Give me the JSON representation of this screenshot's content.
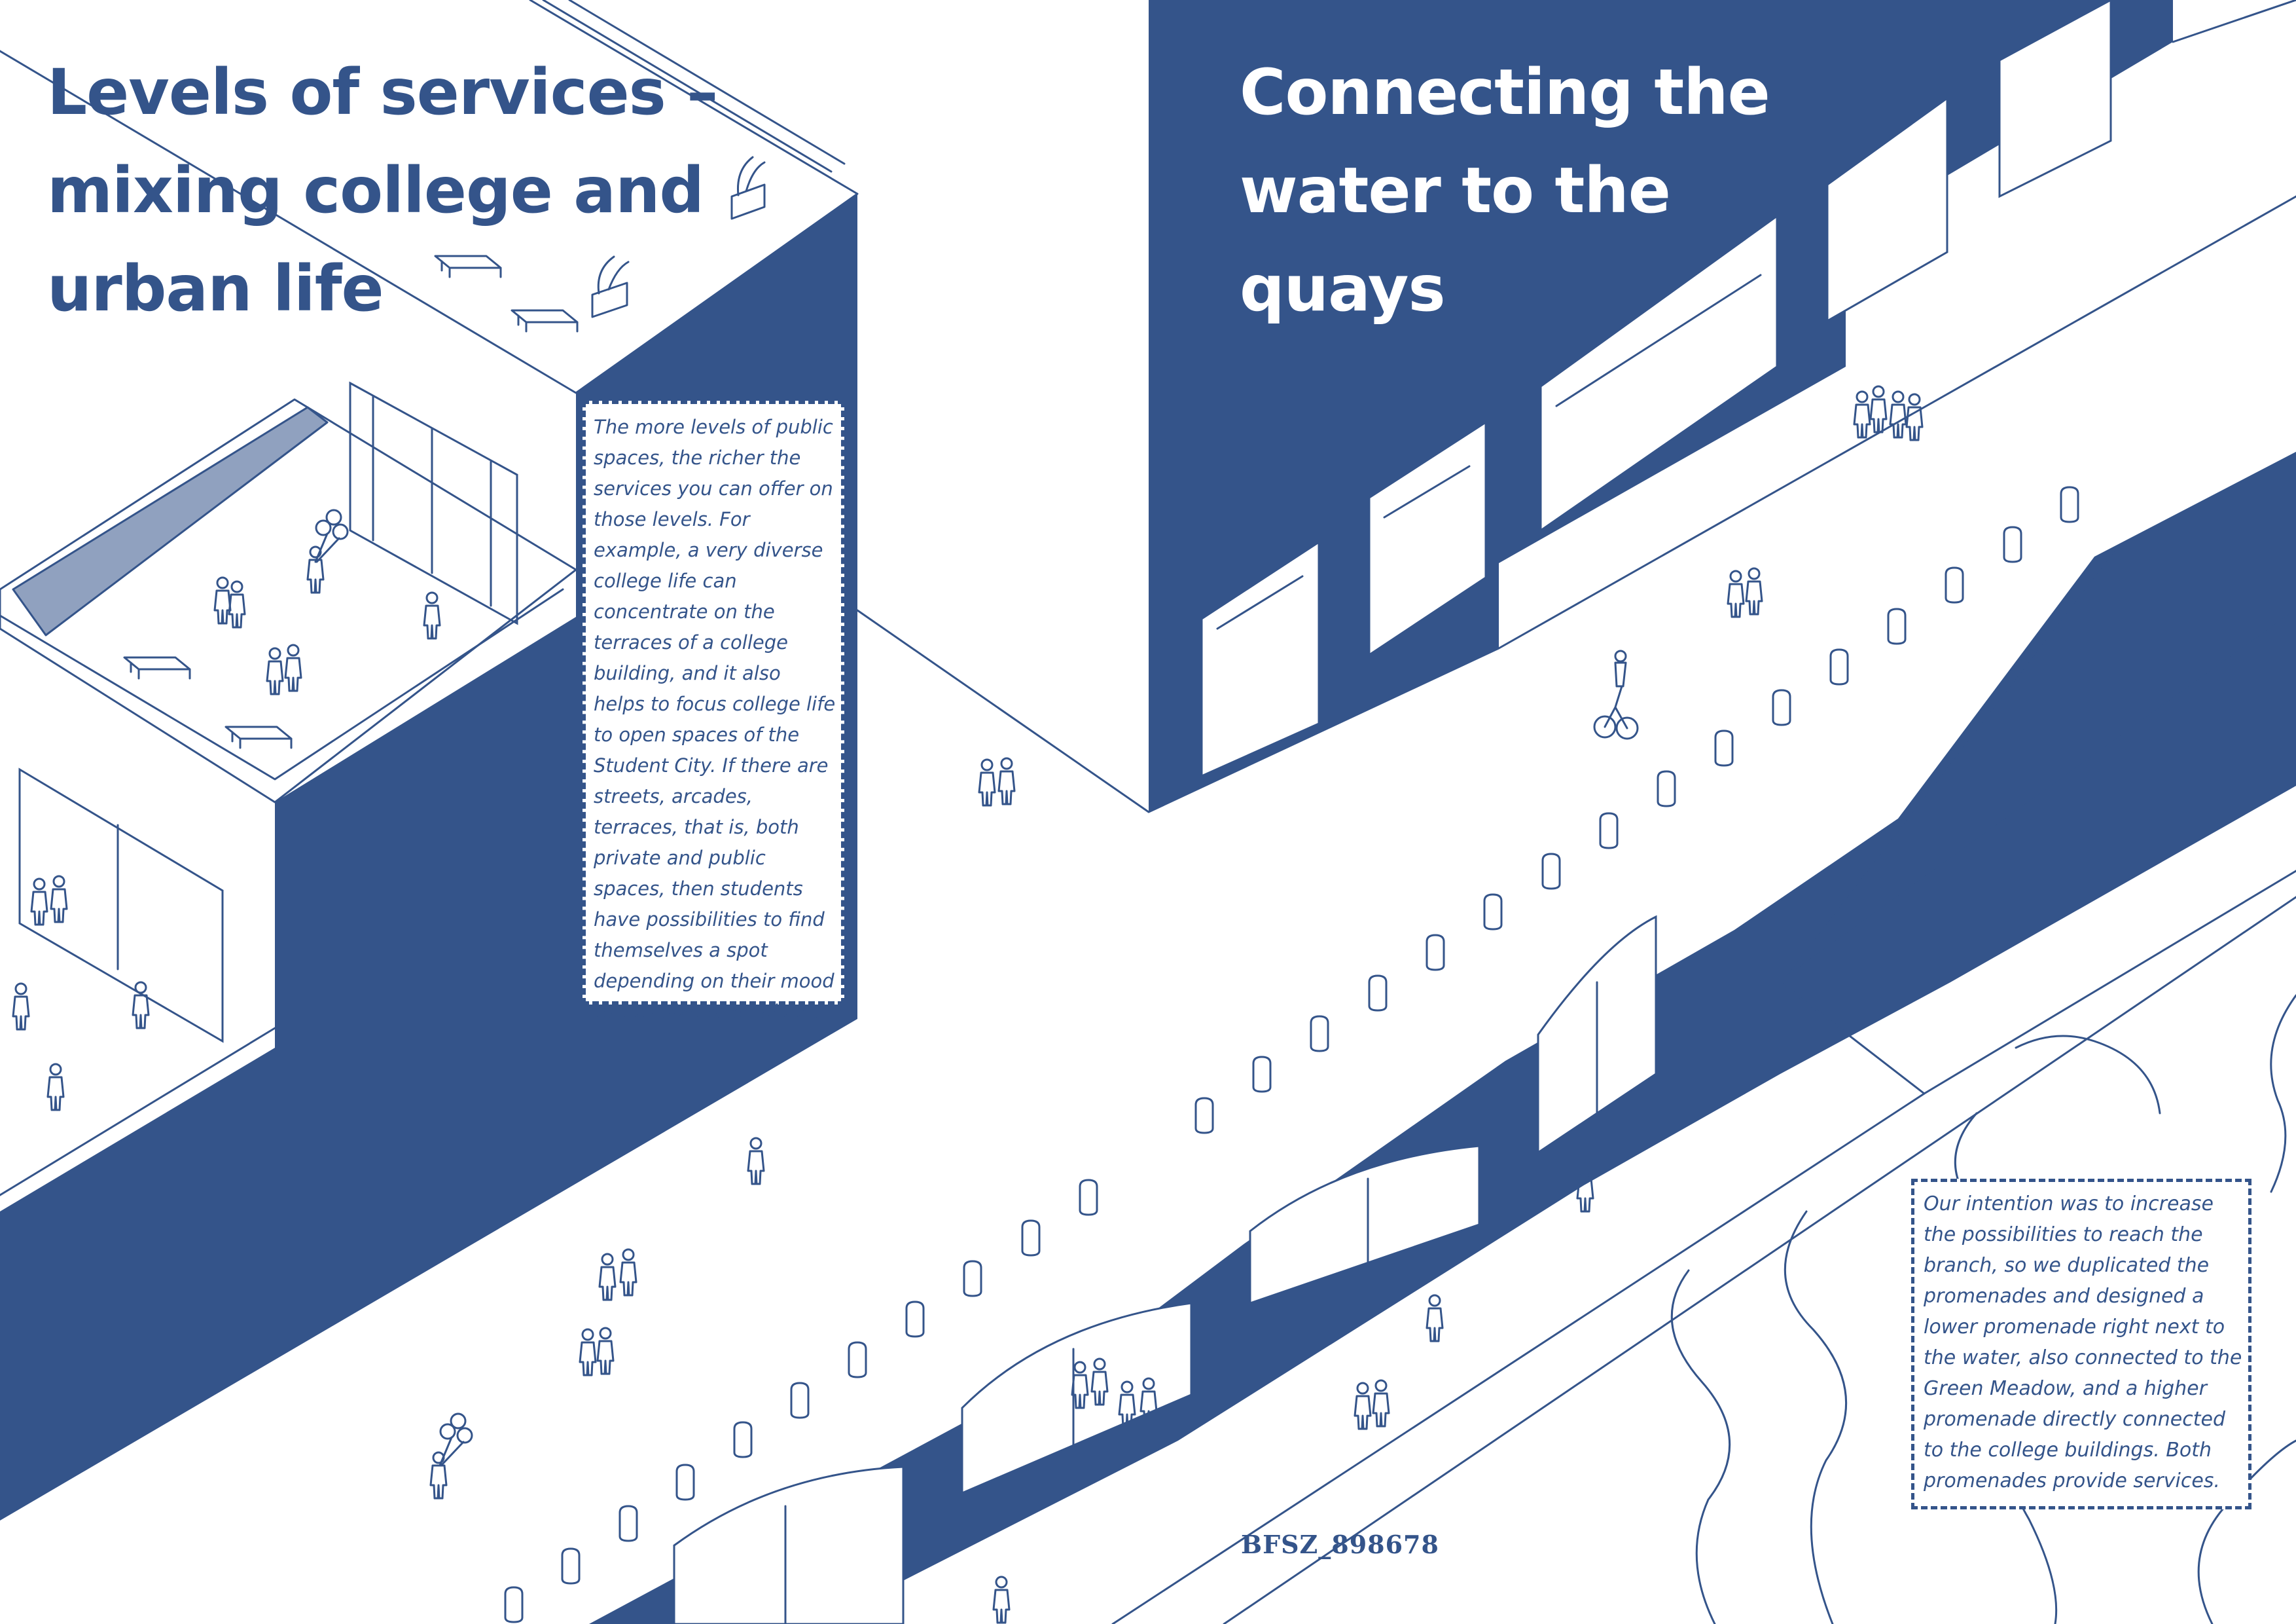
{
  "headings": {
    "left": "Levels of services – mixing college and urban life",
    "right": "Connecting the water to the quays"
  },
  "notes": {
    "left": "The more levels of public spaces, the richer the services you can offer on those levels. For example, a very diverse college life can concentrate on the terraces of a college building, and it also helps to focus college life to open spaces of the Student City. If there are streets, arcades, terraces, that is, both private and public spaces, then students have possibilities to find themselves a spot depending on their mood to socialize or be alone.",
    "right": "Our intention was to increase the possibilities to reach the branch, so we duplicated the promenades and designed a lower promenade right next to the water, also connected to the Green Meadow, and a higher promenade directly connected to the college buildings. Both promenades provide services."
  },
  "code_label": "BFSZ_898678",
  "colors": {
    "primary": "#34548a",
    "background": "#ffffff"
  }
}
